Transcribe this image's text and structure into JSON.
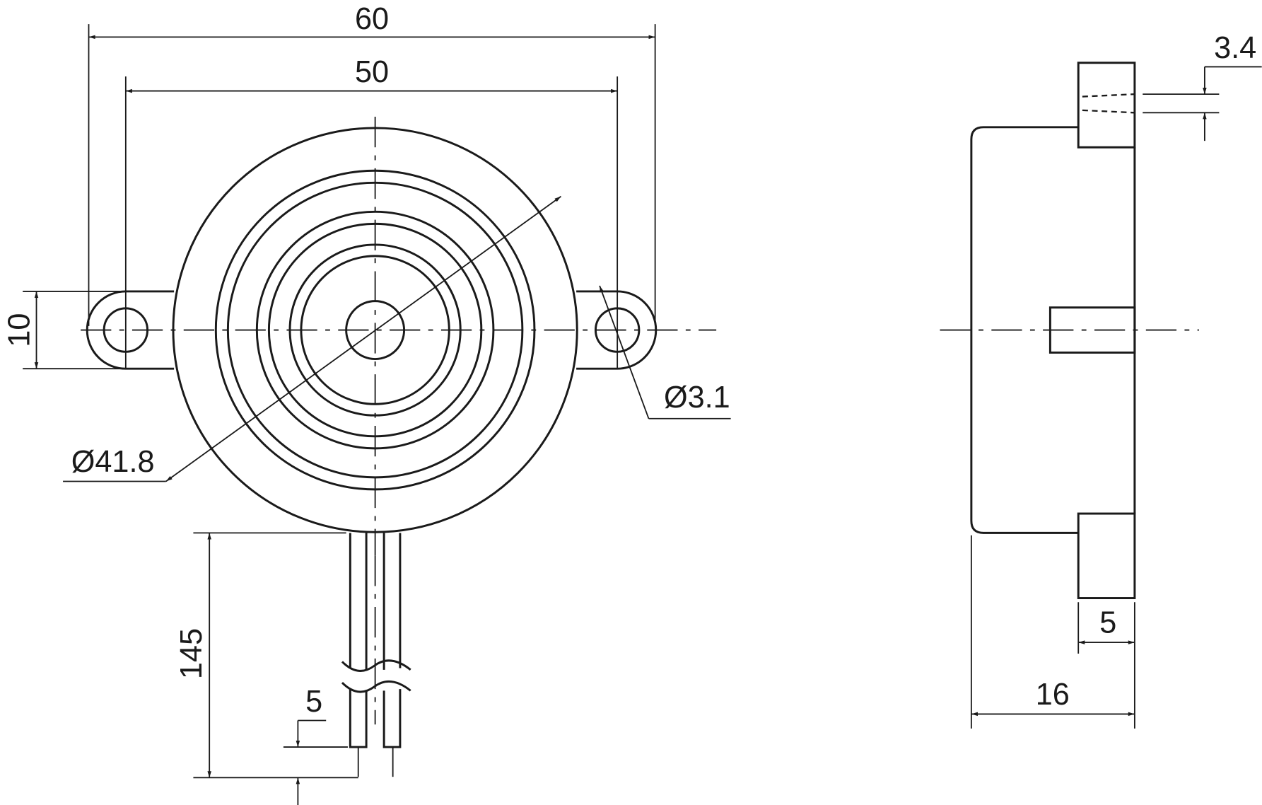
{
  "drawing": {
    "front_view": {
      "overall_width": "60",
      "hole_spacing": "50",
      "tab_height": "10",
      "body_diameter": "Ø41.8",
      "hole_diameter": "Ø3.1",
      "lead_length": "145",
      "lead_spacing": "5"
    },
    "side_view": {
      "slot_width": "3.4",
      "tab_depth": "5",
      "overall_depth": "16"
    }
  }
}
